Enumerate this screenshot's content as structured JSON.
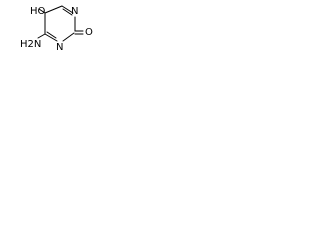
{
  "molecule": {
    "labels": {
      "oh": "HO",
      "nh2": "H2N",
      "n1": "N",
      "n3": "N",
      "carbonyl_o": "O"
    },
    "colors": {
      "bond": "#000000",
      "text": "#000000",
      "background": "#ffffff"
    }
  }
}
